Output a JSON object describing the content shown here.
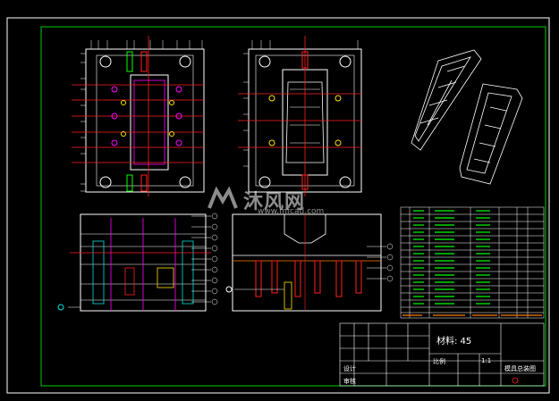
{
  "watermark": {
    "brand": "沐风网",
    "url": "www.mfcad.com"
  },
  "title_block": {
    "material_label": "材料: 45",
    "scale_label": "比例",
    "scale_value": "1:1",
    "row_text_1": "设计",
    "row_text_2": "审核",
    "drawing_name": "模具总装图"
  },
  "colors": {
    "background": "#000000",
    "frame": "#00cc00",
    "line_white": "#ffffff",
    "line_red": "#ff2020",
    "line_magenta": "#ff00ff",
    "line_cyan": "#00e0e0",
    "line_yellow": "#ffe000",
    "line_green": "#00ff00",
    "line_orange": "#ff8000"
  }
}
